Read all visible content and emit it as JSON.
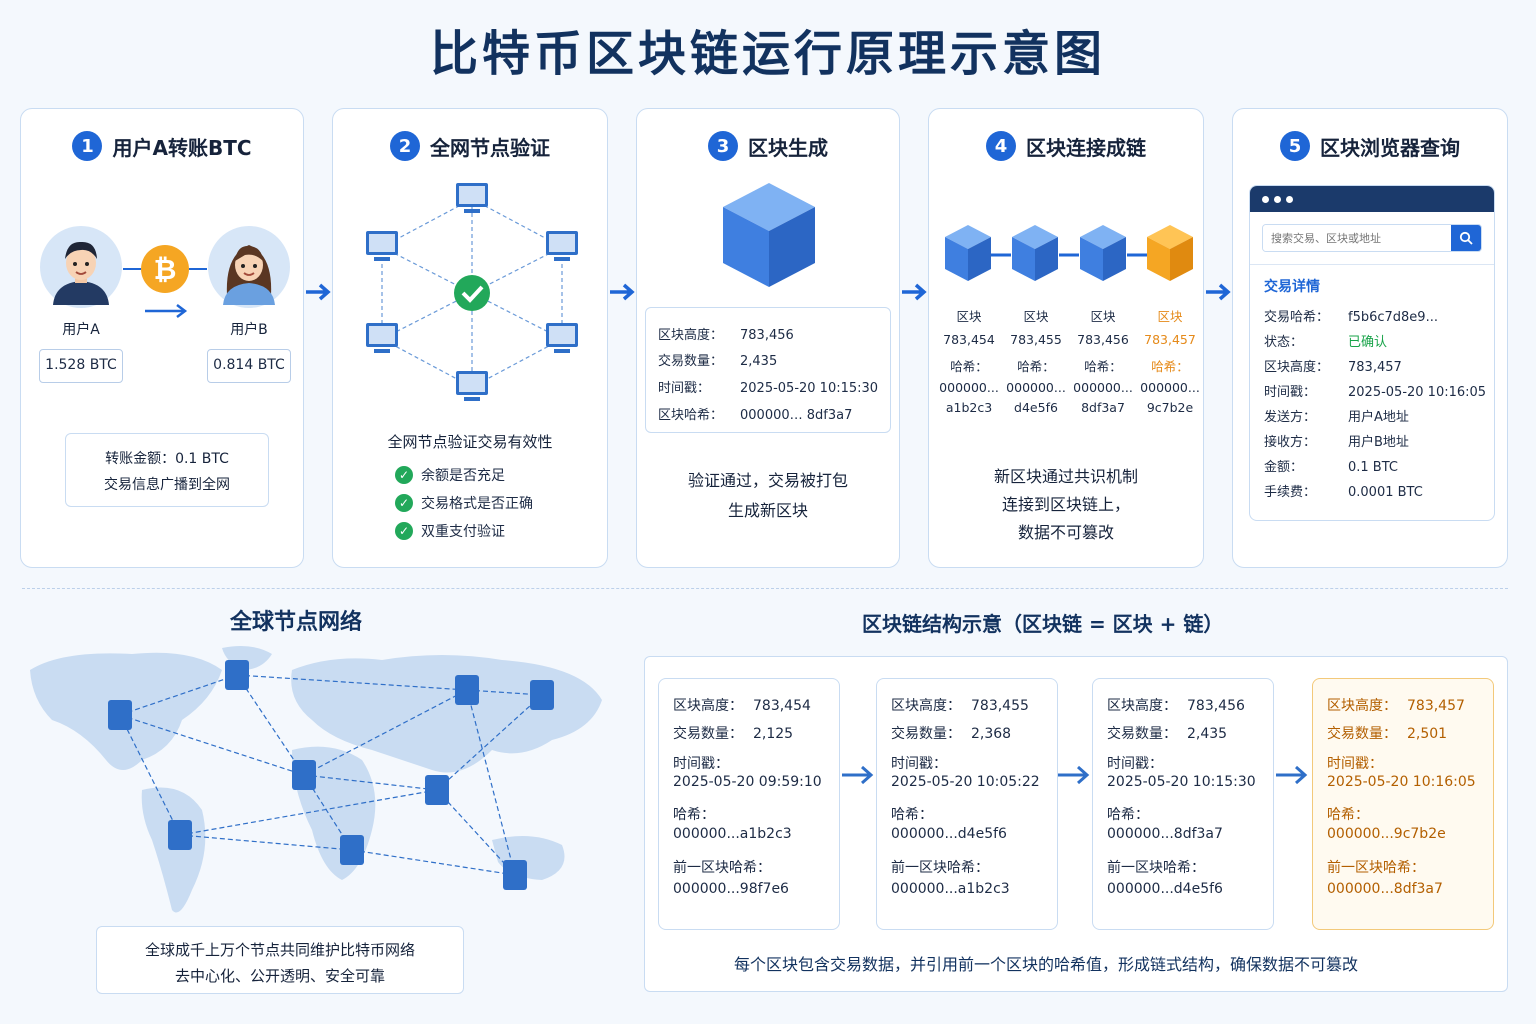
{
  "title": "比特币区块链运行原理示意图",
  "steps": [
    {
      "num": "1",
      "title": "用户A转账BTC"
    },
    {
      "num": "2",
      "title": "全网节点验证"
    },
    {
      "num": "3",
      "title": "区块生成"
    },
    {
      "num": "4",
      "title": "区块连接成链"
    },
    {
      "num": "5",
      "title": "区块浏览器查询"
    }
  ],
  "step1": {
    "user_a": "用户A",
    "user_b": "用户B",
    "balance_a": "1.528 BTC",
    "balance_b": "0.814 BTC",
    "amount": "转账金额：0.1 BTC",
    "broadcast": "交易信息广播到全网"
  },
  "step2": {
    "caption": "全网节点验证交易有效性",
    "checks": [
      "余额是否充足",
      "交易格式是否正确",
      "双重支付验证"
    ]
  },
  "step3": {
    "rows": [
      {
        "k": "区块高度：",
        "v": "783,456"
      },
      {
        "k": "交易数量：",
        "v": "2,435"
      },
      {
        "k": "时间戳：",
        "v": "2025-05-20 10:15:30"
      },
      {
        "k": "区块哈希：",
        "v": "000000… 8df3a7"
      }
    ],
    "caption1": "验证通过，交易被打包",
    "caption2": "生成新区块"
  },
  "step4": {
    "blocks": [
      {
        "label": "区块",
        "height": "783,454",
        "hash_label": "哈希：",
        "hash1": "000000...",
        "hash2": "a1b2c3"
      },
      {
        "label": "区块",
        "height": "783,455",
        "hash_label": "哈希：",
        "hash1": "000000...",
        "hash2": "d4e5f6"
      },
      {
        "label": "区块",
        "height": "783,456",
        "hash_label": "哈希：",
        "hash1": "000000...",
        "hash2": "8df3a7"
      },
      {
        "label": "区块",
        "height": "783,457",
        "hash_label": "哈希：",
        "hash1": "000000...",
        "hash2": "9c7b2e"
      }
    ],
    "caption1": "新区块通过共识机制",
    "caption2": "连接到区块链上，",
    "caption3": "数据不可篡改"
  },
  "step5": {
    "search_placeholder": "搜索交易、区块或地址",
    "detail_title": "交易详情",
    "rows": [
      {
        "k": "交易哈希：",
        "v": "f5b6c7d8e9..."
      },
      {
        "k": "状态：",
        "v": "已确认"
      },
      {
        "k": "区块高度：",
        "v": "783,457"
      },
      {
        "k": "时间戳：",
        "v": "2025-05-20 10:16:05"
      },
      {
        "k": "发送方：",
        "v": "用户A地址"
      },
      {
        "k": "接收方：",
        "v": "用户B地址"
      },
      {
        "k": "金额：",
        "v": "0.1 BTC"
      },
      {
        "k": "手续费：",
        "v": "0.0001 BTC"
      }
    ]
  },
  "network": {
    "title": "全球节点网络",
    "caption1": "全球成千上万个节点共同维护比特币网络",
    "caption2": "去中心化、公开透明、安全可靠"
  },
  "structure": {
    "title": "区块链结构示意（区块链 = 区块 + 链）",
    "blocks": [
      {
        "height_k": "区块高度：",
        "height": "783,454",
        "count_k": "交易数量：",
        "count": "2,125",
        "time_k": "时间戳：",
        "time": "2025-05-20 09:59:10",
        "hash_k": "哈希：",
        "hash": "000000...a1b2c3",
        "prev_k": "前一区块哈希：",
        "prev": "000000...98f7e6"
      },
      {
        "height_k": "区块高度：",
        "height": "783,455",
        "count_k": "交易数量：",
        "count": "2,368",
        "time_k": "时间戳：",
        "time": "2025-05-20 10:05:22",
        "hash_k": "哈希：",
        "hash": "000000...d4e5f6",
        "prev_k": "前一区块哈希：",
        "prev": "000000...a1b2c3"
      },
      {
        "height_k": "区块高度：",
        "height": "783,456",
        "count_k": "交易数量：",
        "count": "2,435",
        "time_k": "时间戳：",
        "time": "2025-05-20 10:15:30",
        "hash_k": "哈希：",
        "hash": "000000...8df3a7",
        "prev_k": "前一区块哈希：",
        "prev": "000000...d4e5f6"
      },
      {
        "height_k": "区块高度：",
        "height": "783,457",
        "count_k": "交易数量：",
        "count": "2,501",
        "time_k": "时间戳：",
        "time": "2025-05-20 10:16:05",
        "hash_k": "哈希：",
        "hash": "000000...9c7b2e",
        "prev_k": "前一区块哈希：",
        "prev": "000000...8df3a7"
      }
    ],
    "caption": "每个区块包含交易数据，并引用前一个区块的哈希值，形成链式结构，确保数据不可篡改"
  },
  "colors": {
    "primary": "#1f66d6",
    "accent": "#f5a623",
    "success": "#22a85a",
    "navy": "#12325f"
  }
}
